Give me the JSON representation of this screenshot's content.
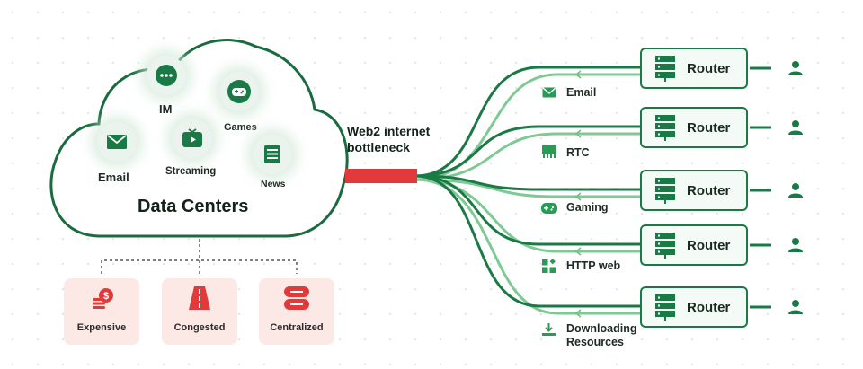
{
  "cloud": {
    "title": "Data Centers",
    "services": [
      {
        "label": "IM",
        "icon": "chat-bubble-icon"
      },
      {
        "label": "Games",
        "icon": "gamepad-icon"
      },
      {
        "label": "Email",
        "icon": "envelope-icon"
      },
      {
        "label": "Streaming",
        "icon": "tv-play-icon"
      },
      {
        "label": "News",
        "icon": "newspaper-icon"
      }
    ]
  },
  "bottleneck": {
    "line1": "Web2 internet",
    "line2": "bottleneck"
  },
  "problems": [
    {
      "label": "Expensive",
      "icon": "coins-dollar-icon"
    },
    {
      "label": "Congested",
      "icon": "road-icon"
    },
    {
      "label": "Centralized",
      "icon": "server-stack-icon"
    }
  ],
  "traffic": [
    {
      "label": "Email",
      "icon": "envelope-icon"
    },
    {
      "label": "RTC",
      "icon": "rtc-bars-icon"
    },
    {
      "label": "Gaming",
      "icon": "gamepad-icon"
    },
    {
      "label": "HTTP web",
      "icon": "blocks-icon"
    },
    {
      "label": "Downloading Resources",
      "line1": "Downloading",
      "line2": "Resources",
      "icon": "download-icon"
    }
  ],
  "routers": [
    {
      "label": "Router"
    },
    {
      "label": "Router"
    },
    {
      "label": "Router"
    },
    {
      "label": "Router"
    },
    {
      "label": "Router"
    }
  ],
  "colors": {
    "green": "#1a7a45",
    "light_green": "#7fc994",
    "red": "#e23a3a",
    "card_bg": "#fce9e6"
  }
}
